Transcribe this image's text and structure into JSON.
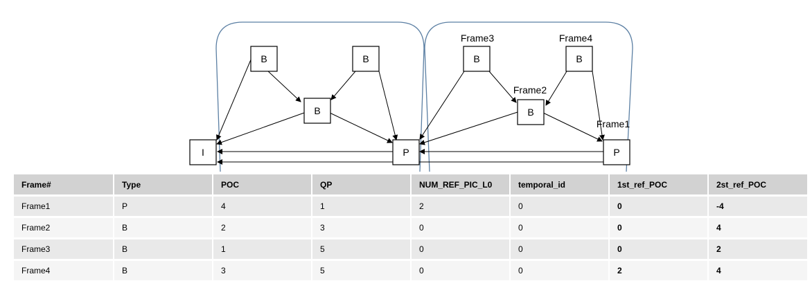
{
  "diagram": {
    "nodes": {
      "i_left": "I",
      "b_top_left_1": "B",
      "b_top_left_2": "B",
      "b_mid_left": "B",
      "p_mid": "P",
      "b_top_right_1": "B",
      "b_top_right_2": "B",
      "b_mid_right": "B",
      "p_right": "P"
    },
    "frame_labels": {
      "frame1": "Frame1",
      "frame2": "Frame2",
      "frame3": "Frame3",
      "frame4": "Frame4"
    },
    "colors": {
      "group_border": "#5b7fa3",
      "arrow": "#000000"
    }
  },
  "table": {
    "headers": [
      "Frame#",
      "Type",
      "POC",
      "QP",
      "NUM_REF_PIC_L0",
      "temporal_id",
      "1st_ref_POC",
      "2st_ref_POC"
    ],
    "rows": [
      [
        "Frame1",
        "P",
        "4",
        "1",
        "2",
        "0",
        "0",
        "-4"
      ],
      [
        "Frame2",
        "B",
        "2",
        "3",
        "0",
        "0",
        "0",
        "4"
      ],
      [
        "Frame3",
        "B",
        "1",
        "5",
        "0",
        "0",
        "0",
        "2"
      ],
      [
        "Frame4",
        "B",
        "3",
        "5",
        "0",
        "0",
        "2",
        "4"
      ]
    ]
  }
}
